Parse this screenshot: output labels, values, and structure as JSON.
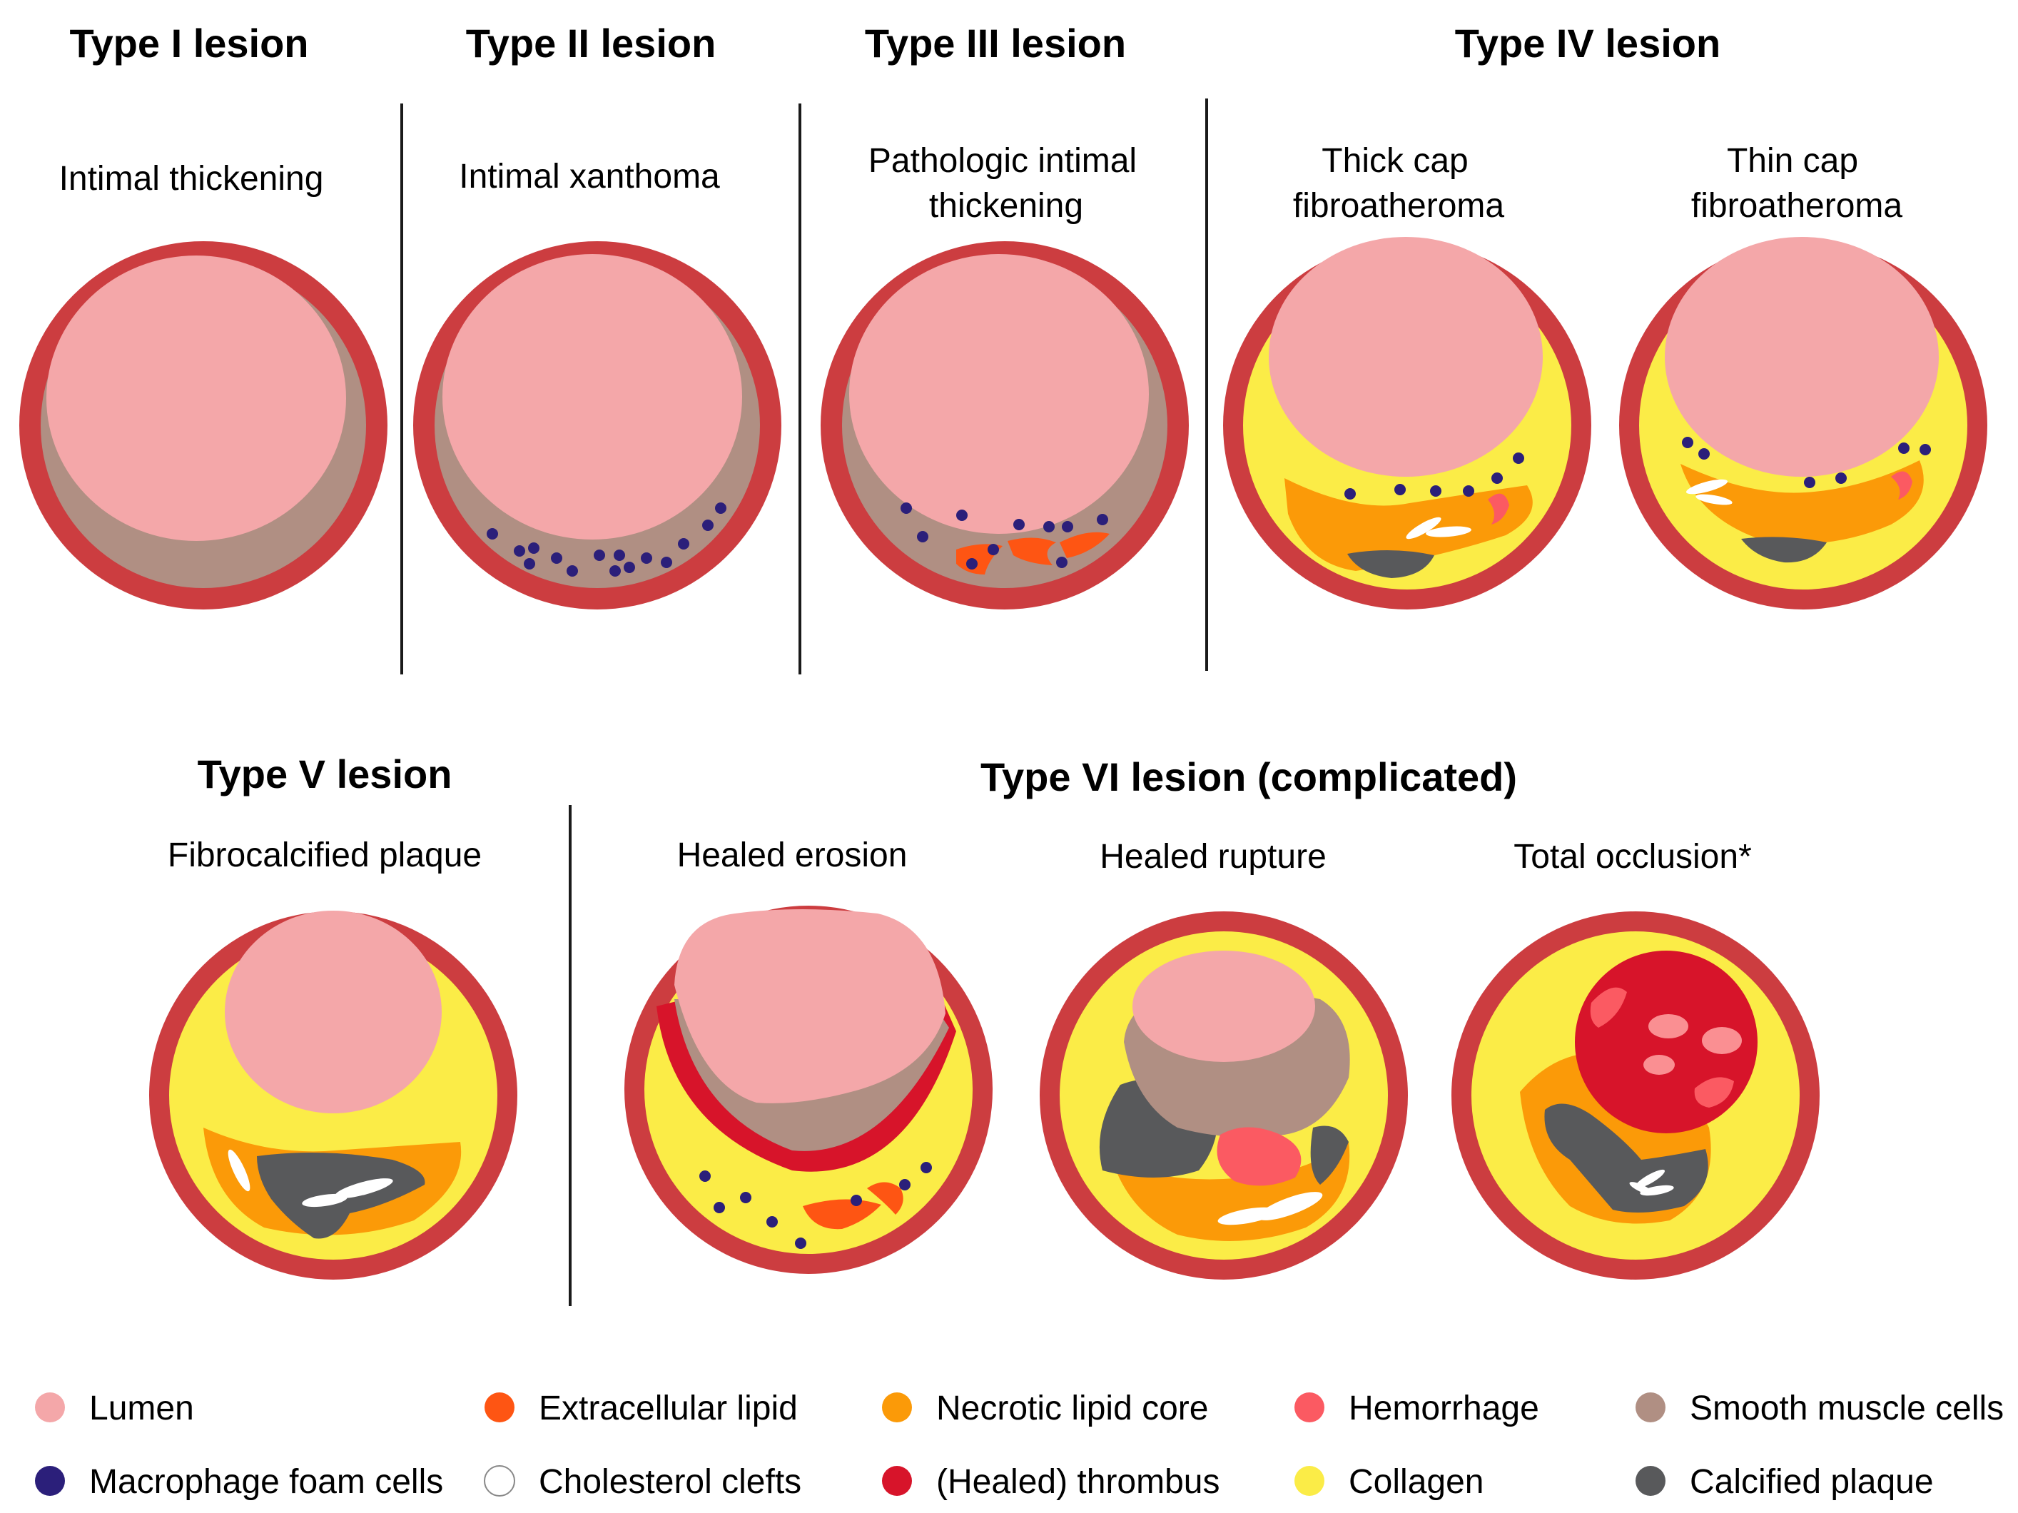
{
  "colors": {
    "lumen": "#f4a7a9",
    "vessel_wall": "#cc3d40",
    "smooth_muscle": "#b08f83",
    "collagen": "#fbec47",
    "necrotic_core": "#fb9a08",
    "extracellular_lipid": "#fe5513",
    "hemorrhage": "#fb5a62",
    "thrombus": "#d7142a",
    "macrophage": "#2b1f7a",
    "calcified": "#58595b",
    "cholesterol": "#ffffff"
  },
  "sections": {
    "type1": {
      "title": "Type I lesion",
      "subtitle": "Intimal thickening"
    },
    "type2": {
      "title": "Type II lesion",
      "subtitle": "Intimal xanthoma"
    },
    "type3": {
      "title": "Type III lesion",
      "subtitle_line1": "Pathologic intimal",
      "subtitle_line2": "thickening"
    },
    "type4": {
      "title": "Type IV lesion",
      "thick_line1": "Thick cap",
      "thick_line2": "fibroatheroma",
      "thin_line1": "Thin cap",
      "thin_line2": "fibroatheroma"
    },
    "type5": {
      "title": "Type V lesion",
      "subtitle": "Fibrocalcified plaque"
    },
    "type6": {
      "title": "Type VI lesion (complicated)",
      "erosion": "Healed erosion",
      "rupture": "Healed rupture",
      "occlusion": "Total occlusion*"
    }
  },
  "legend": [
    {
      "label": "Lumen",
      "color": "#f4a7a9"
    },
    {
      "label": "Extracellular lipid",
      "color": "#fe5513"
    },
    {
      "label": "Necrotic lipid core",
      "color": "#fb9a08"
    },
    {
      "label": "Hemorrhage",
      "color": "#fb5a62"
    },
    {
      "label": "Smooth muscle cells",
      "color": "#b08f83"
    },
    {
      "label": "Macrophage foam cells",
      "color": "#2b1f7a"
    },
    {
      "label": "Cholesterol clefts",
      "color": "#ffffff"
    },
    {
      "label": "(Healed) thrombus",
      "color": "#d7142a"
    },
    {
      "label": "Collagen",
      "color": "#fbec47"
    },
    {
      "label": "Calcified plaque",
      "color": "#58595b"
    }
  ]
}
